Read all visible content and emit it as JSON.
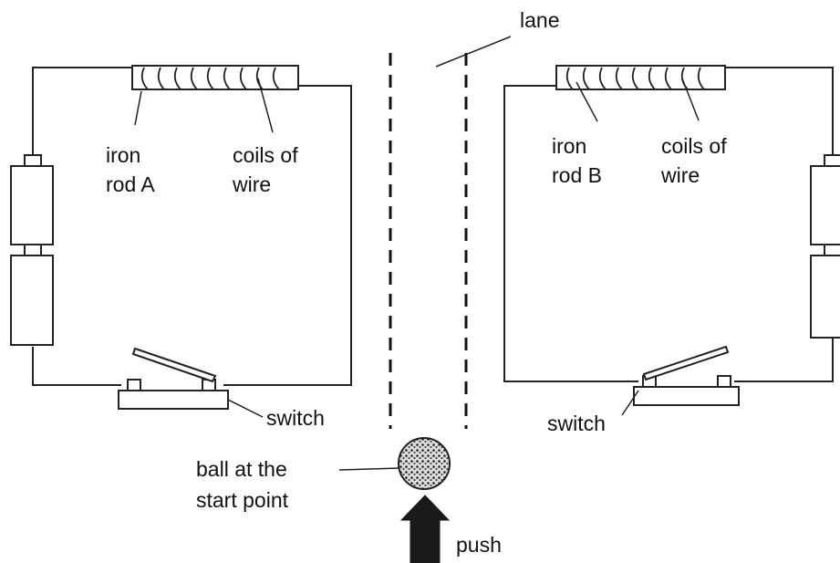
{
  "labels": {
    "lane": "lane",
    "iron_rod_a_line1": "iron",
    "iron_rod_a_line2": "rod A",
    "coils_left_line1": "coils of",
    "coils_left_line2": "wire",
    "iron_rod_b_line1": "iron",
    "iron_rod_b_line2": "rod B",
    "coils_right_line1": "coils of",
    "coils_right_line2": "wire",
    "switch_left": "switch",
    "switch_right": "switch",
    "ball_line1": "ball at the",
    "ball_line2": "start point",
    "push": "push"
  }
}
